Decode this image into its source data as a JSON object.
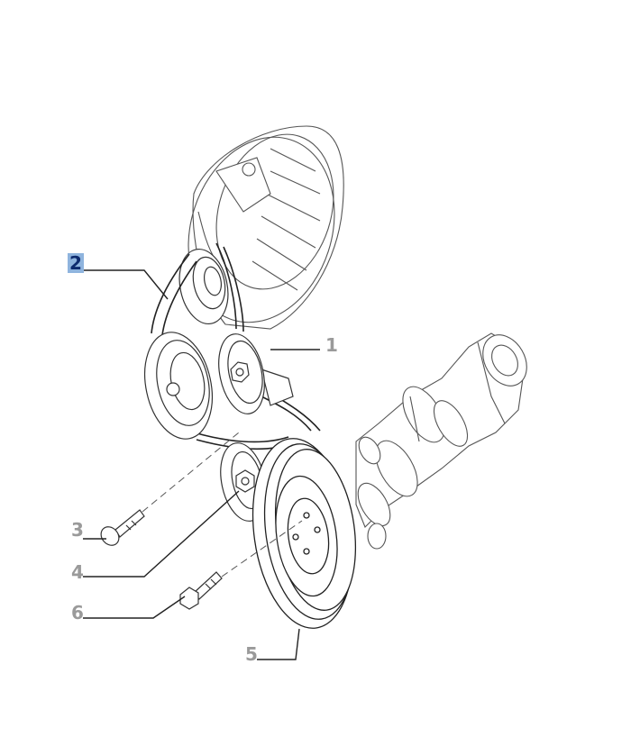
{
  "diagram": {
    "callouts": [
      {
        "id": "1",
        "label": "1",
        "selected": false
      },
      {
        "id": "2",
        "label": "2",
        "selected": true
      },
      {
        "id": "3",
        "label": "3",
        "selected": false
      },
      {
        "id": "4",
        "label": "4",
        "selected": false
      },
      {
        "id": "5",
        "label": "5",
        "selected": false
      },
      {
        "id": "6",
        "label": "6",
        "selected": false
      }
    ],
    "colors": {
      "line": "#3a3a3a",
      "thin": "#6a6a6a",
      "label_text": "#9a9a9a",
      "selected_bg": "#8fb4de",
      "selected_text": "#0d2a6e"
    }
  }
}
